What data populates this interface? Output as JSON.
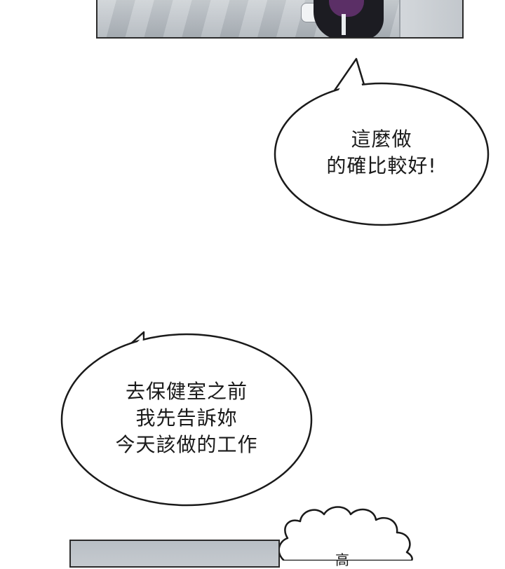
{
  "bubbles": [
    {
      "lines": [
        "這麼做",
        "的確比較好!"
      ]
    },
    {
      "lines": [
        "去保健室之前",
        "我先告訴妳",
        "今天該做的工作"
      ]
    }
  ],
  "cloud": {
    "text": "高"
  }
}
